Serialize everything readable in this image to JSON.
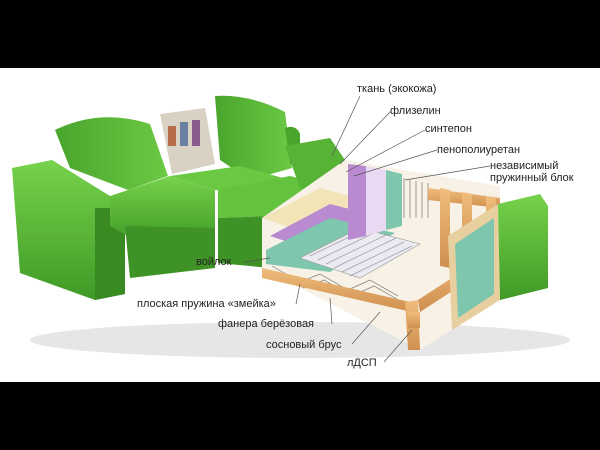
{
  "labels": {
    "fabric": "ткань (экокожа)",
    "fliselin": "флизелин",
    "sintepon": "синтепон",
    "ppu": "пенополиуретан",
    "springs": "независимый\nпружинный блок",
    "felt": "войлок",
    "snake": "плоская пружина «змейка»",
    "plywood": "фанера берёзовая",
    "pine": "сосновый брус",
    "ldsp": "лДСП"
  },
  "colors": {
    "sofa_green": "#5dbb3a",
    "sofa_dark": "#3f8f25",
    "wood": "#e2a866",
    "foam_purple": "#b98ad0",
    "foam_teal": "#7fc6ae",
    "foam_cream": "#f3e4b8",
    "background": "#ffffff",
    "letterbox": "#000000"
  }
}
